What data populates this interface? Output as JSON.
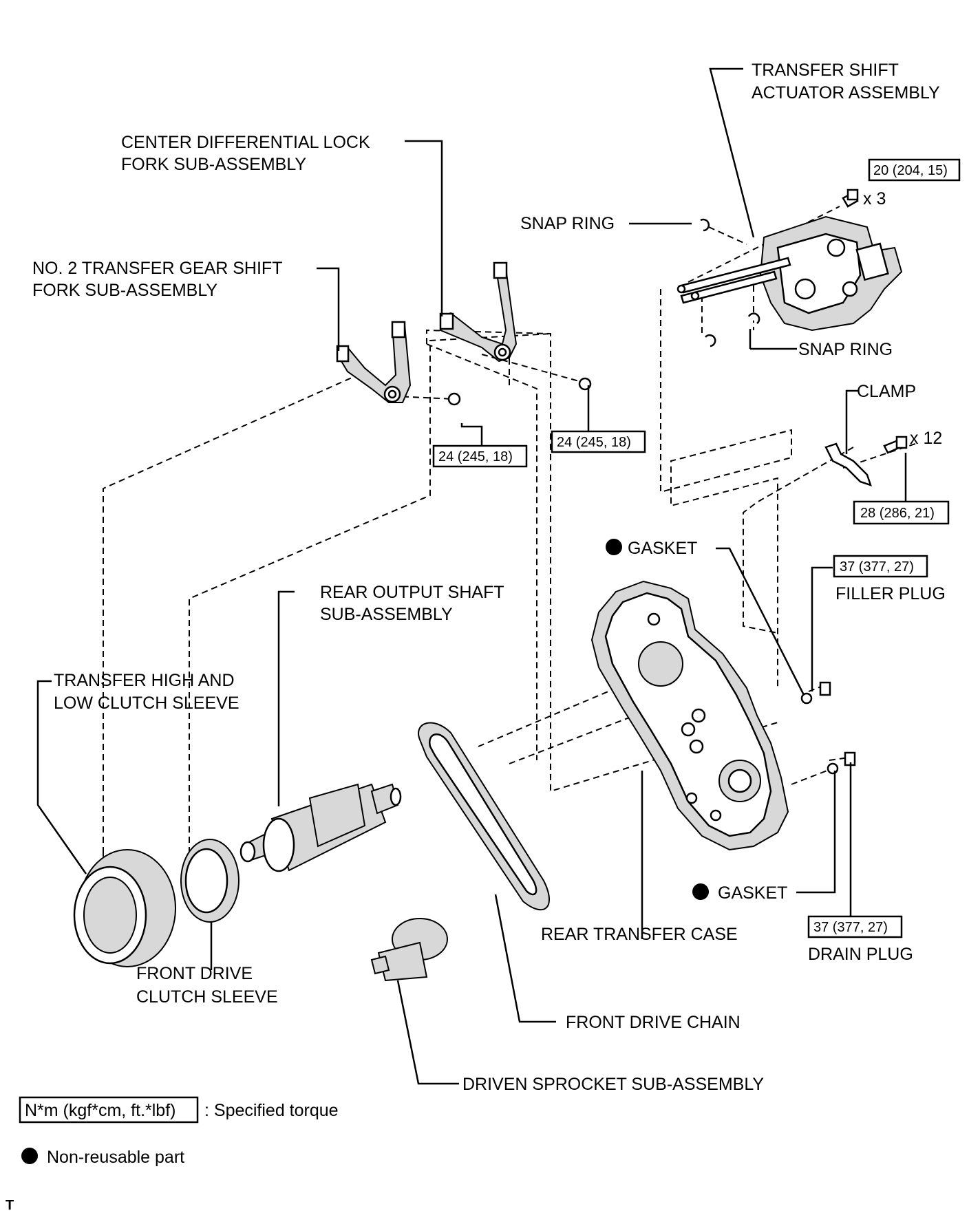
{
  "labels": {
    "transfer_shift_actuator_l1": "TRANSFER SHIFT",
    "transfer_shift_actuator_l2": "ACTUATOR ASSEMBLY",
    "center_diff_fork_l1": "CENTER DIFFERENTIAL LOCK",
    "center_diff_fork_l2": "FORK SUB-ASSEMBLY",
    "no2_fork_l1": "NO. 2 TRANSFER GEAR SHIFT",
    "no2_fork_l2": "FORK SUB-ASSEMBLY",
    "snap_ring_upper": "SNAP RING",
    "snap_ring_lower": "SNAP RING",
    "clamp": "CLAMP",
    "gasket_upper": "GASKET",
    "gasket_lower": "GASKET",
    "filler_plug": "FILLER PLUG",
    "drain_plug": "DRAIN PLUG",
    "rear_output_shaft_l1": "REAR OUTPUT SHAFT",
    "rear_output_shaft_l2": "SUB-ASSEMBLY",
    "transfer_high_low_l1": "TRANSFER HIGH AND",
    "transfer_high_low_l2": "LOW CLUTCH SLEEVE",
    "front_drive_clutch_l1": "FRONT DRIVE",
    "front_drive_clutch_l2": "CLUTCH SLEEVE",
    "rear_transfer_case": "REAR TRANSFER CASE",
    "front_drive_chain": "FRONT DRIVE CHAIN",
    "driven_sprocket": "DRIVEN SPROCKET SUB-ASSEMBLY"
  },
  "torques": {
    "actuator_bolt": "20 (204, 15)",
    "actuator_bolt_qty": "x 3",
    "no2_fork_bolt": "24 (245, 18)",
    "center_fork_bolt": "24 (245, 18)",
    "case_bolt": "28 (286, 21)",
    "case_bolt_qty": "x 12",
    "filler_plug": "37 (377, 27)",
    "drain_plug": "37 (377, 27)"
  },
  "legend": {
    "torque_unit": "N*m (kgf*cm, ft.*lbf)",
    "torque_desc": ": Specified torque",
    "nonreusable_desc": "Non-reusable part"
  },
  "corner_mark": "T"
}
